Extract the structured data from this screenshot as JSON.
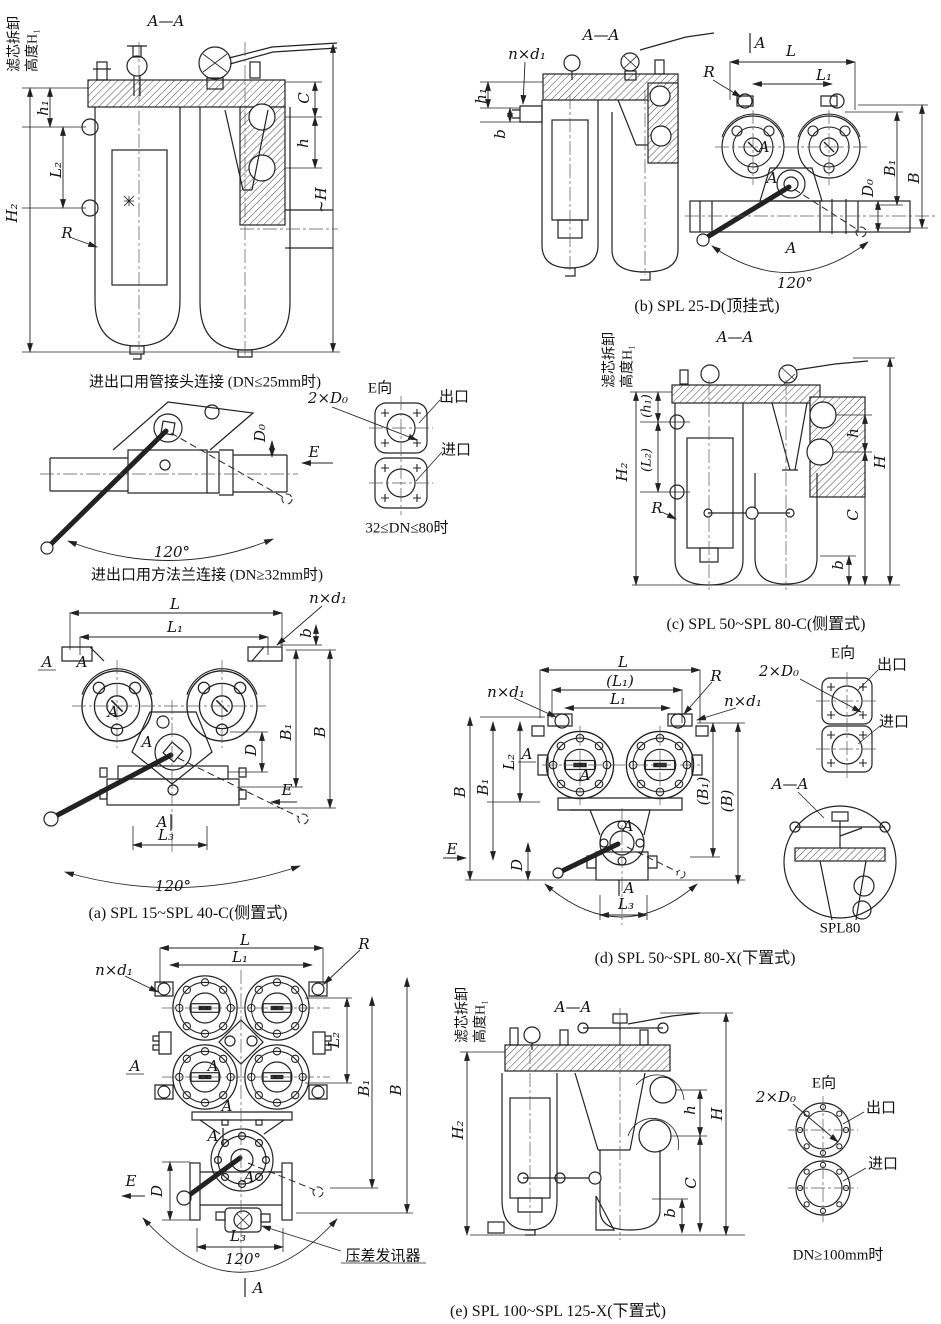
{
  "colors": {
    "line": "#1c1c1c",
    "background": "#ffffff"
  },
  "labels": {
    "AA": "A—A",
    "A": "A",
    "L": "L",
    "L1": "L₁",
    "L1p": "(L₁)",
    "L2": "L₂",
    "L2p": "(L₂)",
    "L3": "L₃",
    "B": "B",
    "B1": "B₁",
    "B1p": "(B₁)",
    "Bp": "(B)",
    "H": "H",
    "H2": "H₂",
    "Ht": "~H",
    "h": "h",
    "h1": "h₁",
    "h1p": "(h₁)",
    "C": "C",
    "b": "b",
    "R": "R",
    "D": "D",
    "D0": "D₀",
    "nxd1": "n×d₁",
    "twoD0": "2×D₀",
    "E": "E",
    "Eview": "E向",
    "outlet": "出口",
    "inlet": "进口",
    "deg120": "120°",
    "removal1": "滤芯拆卸",
    "removal2": "高度H₁"
  },
  "notes": {
    "pipe_conn": "进出口用管接头连接 (DN≤25mm时)",
    "flange_conn": "进出口用方法兰连接 (DN≥32mm时)",
    "dn32_80": "32≤DN≤80时",
    "dn100": "DN≥100mm时",
    "sensor": "压差发讯器",
    "spl80": "SPL80"
  },
  "captions": {
    "a": "(a) SPL 15~SPL 40-C(侧置式)",
    "b": "(b) SPL 25-D(顶挂式)",
    "c": "(c) SPL 50~SPL 80-C(侧置式)",
    "d": "(d) SPL 50~SPL 80-X(下置式)",
    "e": "(e) SPL 100~SPL 125-X(下置式)"
  }
}
